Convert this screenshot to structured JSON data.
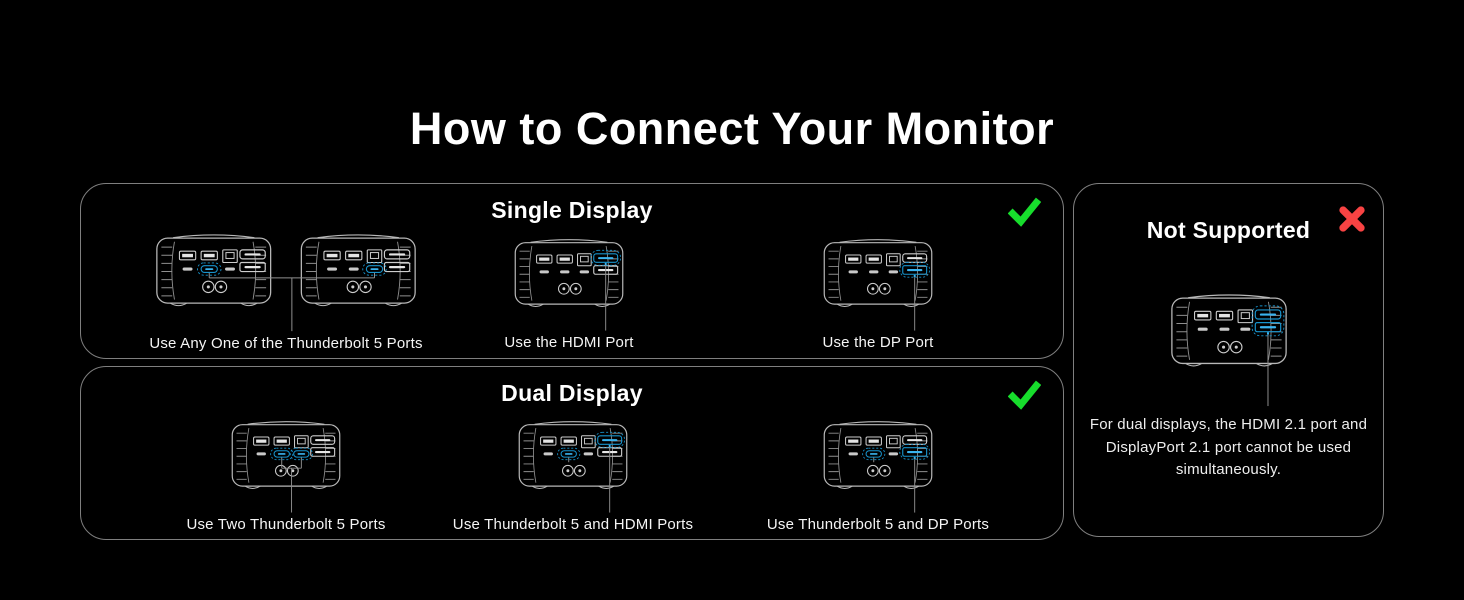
{
  "page": {
    "title": "How to Connect Your Monitor",
    "background": "#000000"
  },
  "colors": {
    "accent_blue": "#1793cc",
    "accent_blue_bright": "#3ab4ef",
    "check_green": "#17dd2c",
    "cross_red": "#f84343",
    "device_outline": "#b8b8b8",
    "port_gray": "#cdcdcd",
    "connector_gray": "#8f8f8f",
    "panel_border": "#7f7f7f"
  },
  "panels": {
    "single": {
      "title": "Single Display",
      "status": "supported",
      "status_icon": "check-icon",
      "items": [
        {
          "caption": "Use Any One of the Thunderbolt 5 Ports",
          "devices": [
            {
              "highlight": [
                "tb2"
              ]
            },
            {
              "highlight": [
                "tb3"
              ]
            }
          ]
        },
        {
          "caption": "Use the HDMI Port",
          "devices": [
            {
              "highlight": [
                "hdmi"
              ]
            }
          ]
        },
        {
          "caption": "Use the DP Port",
          "devices": [
            {
              "highlight": [
                "dp"
              ]
            }
          ]
        }
      ]
    },
    "dual": {
      "title": "Dual Display",
      "status": "supported",
      "status_icon": "check-icon",
      "items": [
        {
          "caption": "Use Two Thunderbolt 5 Ports",
          "devices": [
            {
              "highlight": [
                "tb2",
                "tb3"
              ]
            }
          ]
        },
        {
          "caption": "Use Thunderbolt 5 and HDMI Ports",
          "devices": [
            {
              "highlight": [
                "tb2",
                "hdmi"
              ]
            }
          ]
        },
        {
          "caption": "Use Thunderbolt 5 and DP Ports",
          "devices": [
            {
              "highlight": [
                "tb2",
                "dp"
              ]
            }
          ]
        }
      ]
    },
    "not_supported": {
      "title": "Not Supported",
      "status": "not-supported",
      "status_icon": "cross-icon",
      "devices": [
        {
          "highlight": [
            "hdmi",
            "dp"
          ],
          "group_box": true
        }
      ],
      "note": "For dual displays, the HDMI 2.1 port and DisplayPort 2.1 port cannot be used simultaneously."
    }
  }
}
